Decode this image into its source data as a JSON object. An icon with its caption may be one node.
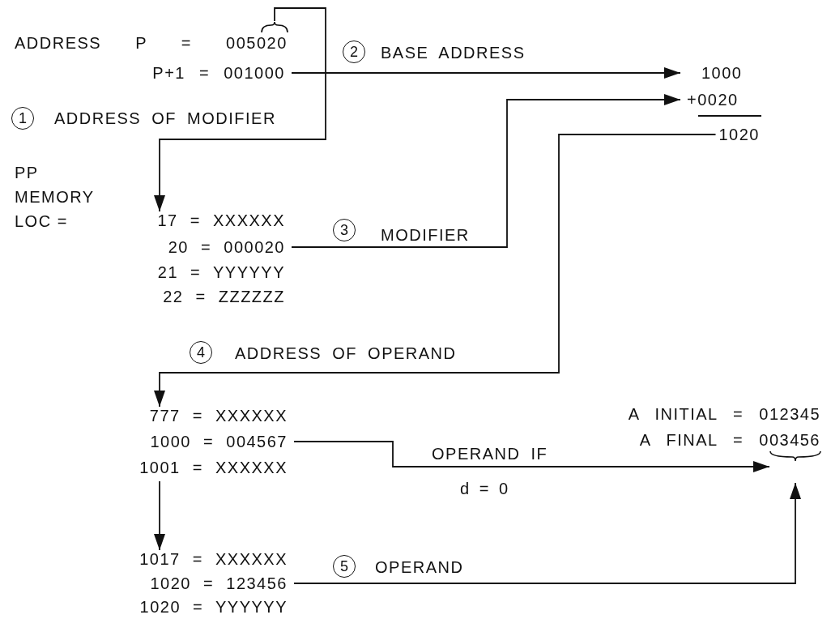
{
  "diagram": {
    "nodes": [
      {
        "text": [],
        "shape": "bracket"
      },
      {
        "text": [
          "ADDRESS P = 005020"
        ]
      },
      {
        "text": [
          "P+1 = 001000"
        ]
      },
      {
        "text": [
          "1000"
        ]
      },
      {
        "text": [
          "+0020"
        ]
      },
      {
        "text": [
          "1020"
        ]
      },
      {
        "text": [
          "17 = XXXXXX"
        ]
      },
      {
        "text": [
          "20 = 000020"
        ]
      },
      {
        "text": [
          "777 = XXXXXX"
        ]
      },
      {
        "text": [
          "1000 = 004567"
        ]
      },
      {
        "text": [
          "1001 = XXXXXX"
        ]
      },
      {
        "text": [
          "A FINAL = 003456"
        ]
      },
      {
        "text": [],
        "shape": "bracket"
      },
      {
        "text": [
          "1017 = XXXXXX"
        ]
      },
      {
        "text": [
          "1020 = 123456"
        ]
      }
    ],
    "edges": [
      {
        "from": 0,
        "to": 6,
        "arrow": "to",
        "label": "ADDRESS OF MODIFIER"
      },
      {
        "from": 2,
        "to": 3,
        "arrow": "to",
        "label": "BASE ADDRESS"
      },
      {
        "from": 7,
        "to": 4,
        "arrow": "to",
        "label": "MODIFIER"
      },
      {
        "from": 5,
        "to": 8,
        "arrow": "to",
        "label": "ADDRESS OF OPERAND"
      },
      {
        "from": 10,
        "to": 13,
        "arrow": "to"
      },
      {
        "from": 9,
        "to": 12,
        "arrow": "to",
        "label": "OPERAND IF"
      },
      {
        "from": 14,
        "to": 12,
        "arrow": "to",
        "label": "OPERAND"
      }
    ],
    "labels": [
      "2",
      "1",
      "PP MEMORY LOC =",
      "3",
      "21 = YYYYYY",
      "22 = ZZZZZZ",
      "4",
      "A INITIAL = 012345",
      "d = 0",
      "5",
      "1020 = YYYYYY"
    ]
  }
}
